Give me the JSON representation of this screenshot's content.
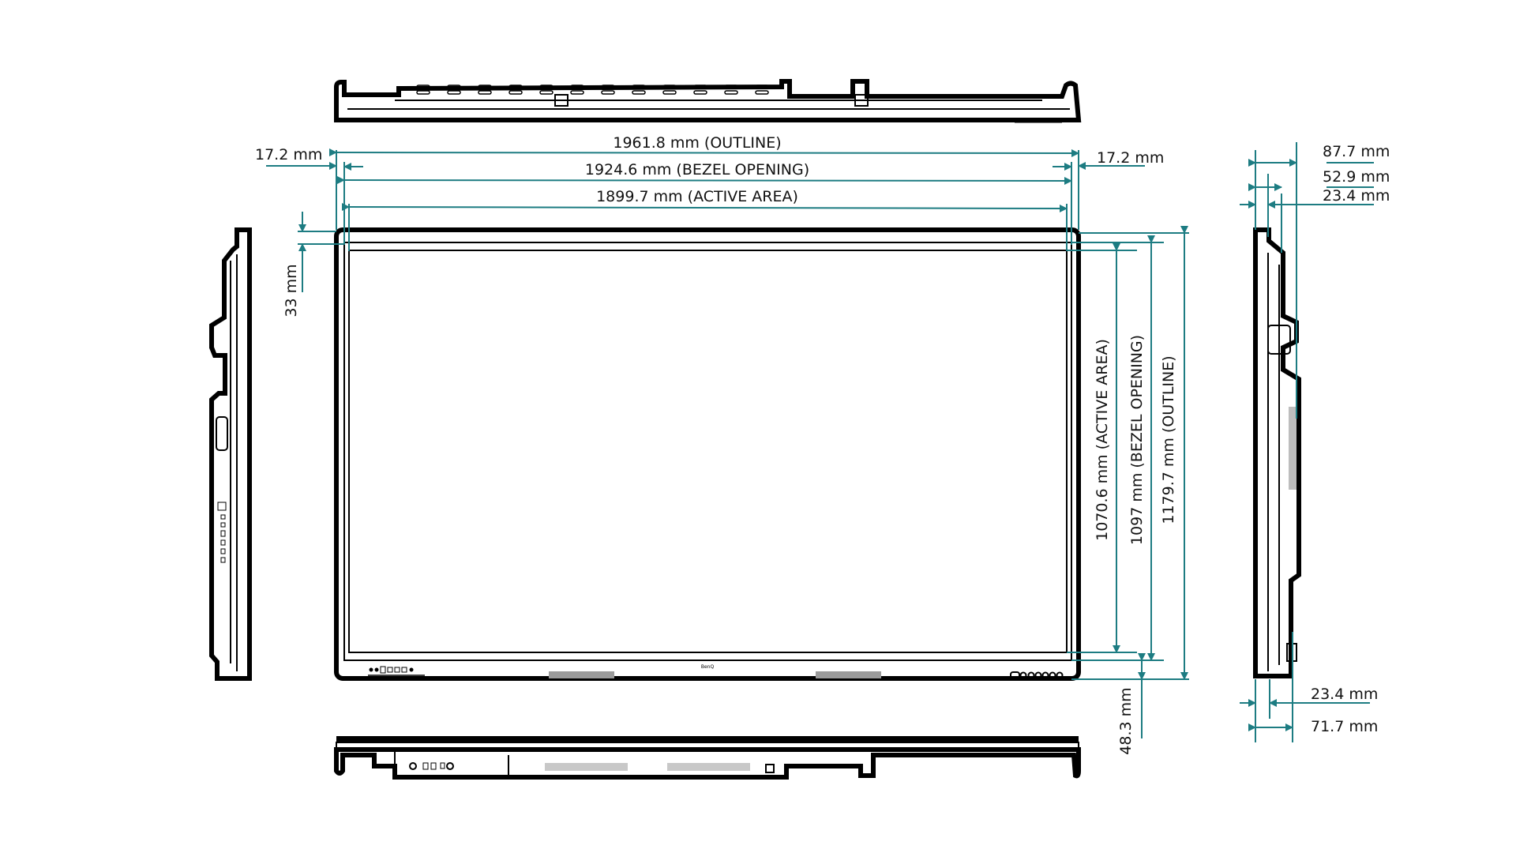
{
  "colors": {
    "dimension_line": "#1d7c82",
    "outline": "#000000",
    "text": "#111111"
  },
  "front_view": {
    "brand": "BenQ",
    "width_outline": "1961.8 mm (OUTLINE)",
    "width_bezel_opening": "1924.6 mm (BEZEL OPENING)",
    "width_active_area": "1899.7 mm (ACTIVE AREA)",
    "left_bezel": "17.2 mm",
    "right_bezel": "17.2 mm",
    "top_bezel": "33 mm",
    "bottom_bezel": "48.3 mm",
    "height_active_area": "1070.6 mm (ACTIVE AREA)",
    "height_bezel_opening": "1097 mm (BEZEL OPENING)",
    "height_outline": "1179.7 mm (OUTLINE)"
  },
  "side_view": {
    "depth_total": "87.7 mm",
    "depth_mid": "52.9 mm",
    "depth_top": "23.4 mm",
    "depth_bottom": "23.4 mm",
    "depth_bottom_total": "71.7 mm"
  }
}
